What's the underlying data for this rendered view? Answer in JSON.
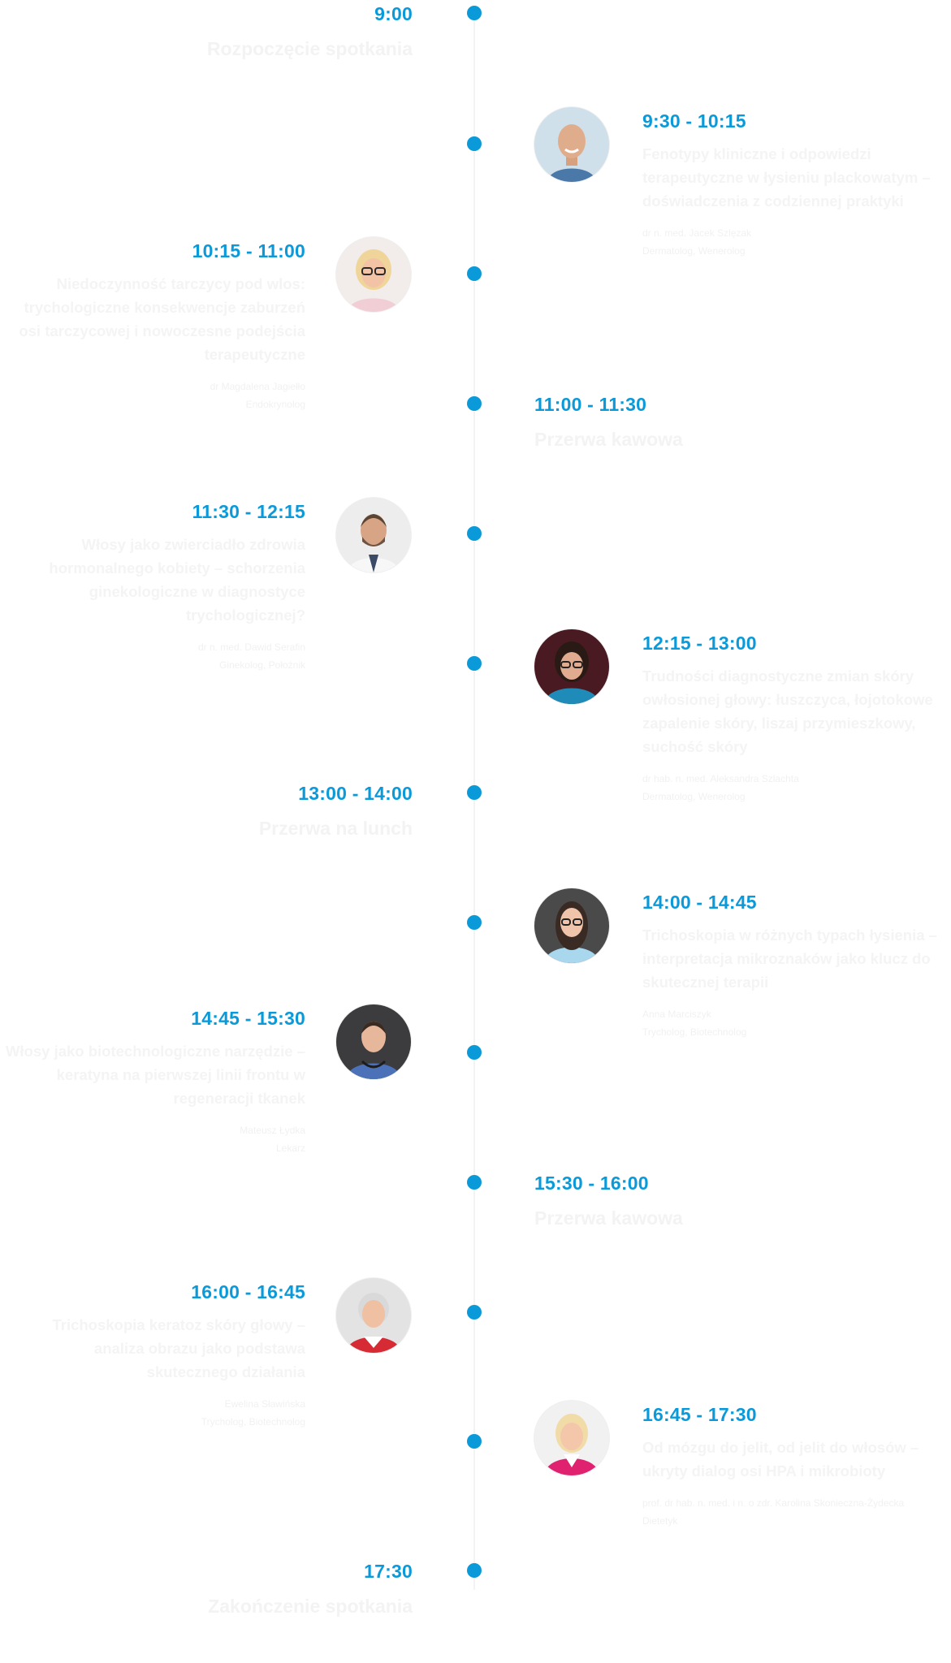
{
  "colors": {
    "accent": "#0b9ad9",
    "line": "#f3f3f3",
    "text_faint": "#f2f2f2"
  },
  "items": [
    {
      "time": "9:00",
      "title": "Rozpoczęcie spotkania"
    },
    {
      "time": "9:30 - 10:15",
      "title": "Fenotypy kliniczne i odpowiedzi terapeutyczne w łysieniu plackowatym – doświadczenia z codziennej praktyki",
      "speaker_name": "dr n. med. Jacek Szlęzak",
      "speaker_role": "Dermatolog, Wenerolog",
      "avatar": "speaker-photo-man-bald-smiling"
    },
    {
      "time": "10:15 - 11:00",
      "title": "Niedoczynność tarczycy pod wlos: trychologiczne konsekwencje zaburzeń osi tarczycowej i nowoczesne podejścia terapeutyczne",
      "speaker_name": "dr Magdalena Jagiełło",
      "speaker_role": "Endokrynolog",
      "avatar": "speaker-photo-woman-blonde-glasses"
    },
    {
      "time": "11:00 - 11:30",
      "title": "Przerwa kawowa"
    },
    {
      "time": "11:30 - 12:15",
      "title": "Włosy jako zwierciadło zdrowia hormonalnego kobiety – schorzenia ginekologiczne w diagnostyce trychologicznej?",
      "speaker_name": "dr n. med. Dawid Serafin",
      "speaker_role": "Ginekolog, Położnik",
      "avatar": "speaker-photo-man-beard-coat"
    },
    {
      "time": "12:15 - 13:00",
      "title": "Trudności diagnostyczne zmian skóry owłosionej głowy: łuszczyca, łojotokowe zapalenie skóry, liszaj przymieszkowy, suchość skóry",
      "speaker_name": "dr hab. n. med. Aleksandra Szlachta",
      "speaker_role": "Dermatolog, Wenerolog",
      "avatar": "speaker-photo-woman-dark-hair-scrubs"
    },
    {
      "time": "13:00 - 14:00",
      "title": "Przerwa na lunch"
    },
    {
      "time": "14:00 - 14:45",
      "title": "Trichoskopia w różnych typach łysienia – interpretacja mikroznaków jako klucz do skutecznej terapii",
      "speaker_name": "Anna Marciszyk",
      "speaker_role": "Trycholog, Biotechnolog",
      "avatar": "speaker-photo-woman-long-hair-blue-blazer"
    },
    {
      "time": "14:45 - 15:30",
      "title": "Włosy jako biotechnologiczne narzędzie – keratyna na pierwszej linii frontu w regeneracji tkanek",
      "speaker_name": "Mateusz Łydka",
      "speaker_role": "Lekarz",
      "avatar": "speaker-photo-man-scrubs-stethoscope"
    },
    {
      "time": "15:30 - 16:00",
      "title": "Przerwa kawowa"
    },
    {
      "time": "16:00 - 16:45",
      "title": "Trichoskopia keratoz skóry głowy – analiza obrazu jako podstawa skutecznego działania",
      "speaker_name": "Ewelina Sławińska",
      "speaker_role": "Trycholog, Biotechnolog",
      "avatar": "speaker-photo-woman-short-grey-hair-red"
    },
    {
      "time": "16:45 - 17:30",
      "title": "Od mózgu do jelit, od jelit do włosów – ukryty dialog osi HPA i mikrobioty",
      "speaker_name": "prof. dr hab. n. med. i n. o zdr. Karolina Skonieczna-Żydecka",
      "speaker_role": "Dietetyk",
      "avatar": "speaker-photo-woman-blonde-pink-blazer"
    },
    {
      "time": "17:30",
      "title": "Zakończenie spotkania"
    }
  ]
}
